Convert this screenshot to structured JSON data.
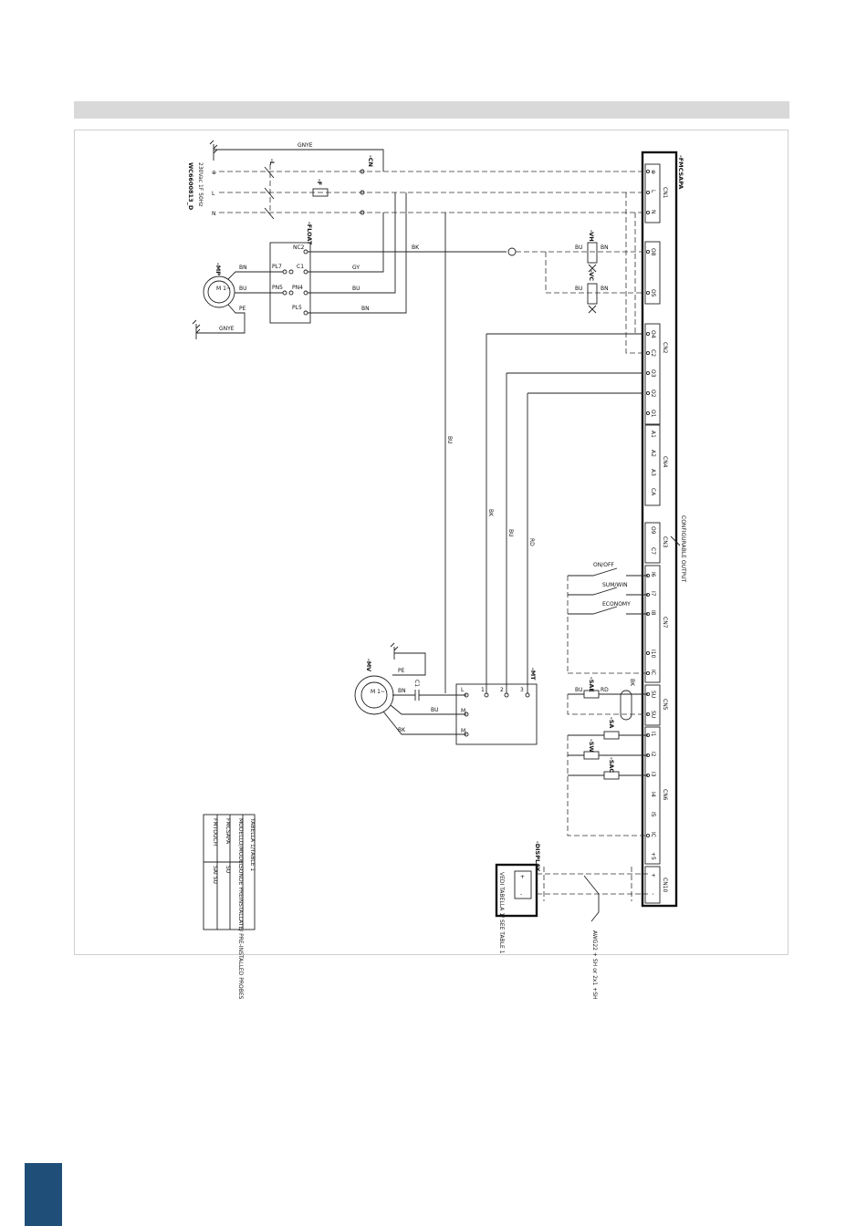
{
  "doc_code": "WC6600813_D",
  "supply": "230Vac 1F 50Hz",
  "mains": {
    "pe": "⊕",
    "l": "L",
    "n": "N"
  },
  "components": {
    "board": "-FMCSAPA",
    "main_switch": "-L",
    "fuse": "-F",
    "mains_terminal": "-CN",
    "float": "-FLOAT",
    "pump_motor": "-MP",
    "fan_motor": "-MV",
    "fan_terminal": "-MT",
    "display": "-DISPLAY",
    "valve_1": "-VH",
    "valve_2": "-VC",
    "capacitor": "C1",
    "motor_symbol": "M\n1~"
  },
  "wire_labels": {
    "gnye": "GNYE",
    "bk": "BK",
    "gy": "GY",
    "bu": "BU",
    "bn": "BN",
    "rd": "RD",
    "pe": "PE"
  },
  "float_terminals": [
    "NC2",
    "C1",
    "PN4",
    "PL5",
    "PL7",
    "PN5"
  ],
  "fan_terminals": [
    "L",
    "1",
    "2",
    "3",
    "M",
    "M"
  ],
  "connectors": {
    "cn1": {
      "name": "CN1",
      "pins": [
        "⊕",
        "L",
        "N"
      ]
    },
    "cn8": {
      "pins": [
        "O8",
        "O5"
      ]
    },
    "cn2": {
      "name": "CN2",
      "pins": [
        "O4",
        "C2",
        "O3",
        "O2",
        "O1"
      ]
    },
    "cn4": {
      "name": "CN4",
      "pins": [
        "A1",
        "A2",
        "A3",
        "CA"
      ]
    },
    "cn3": {
      "name": "CN3",
      "pins": [
        "O9",
        "C7"
      ]
    },
    "cn7": {
      "name": "CN7",
      "pins": [
        "I6",
        "I7",
        "I8",
        "I10",
        "IC"
      ]
    },
    "cn5": {
      "name": "CN5",
      "pins": [
        "SU",
        "SU"
      ]
    },
    "cn6": {
      "name": "CN6",
      "pins": [
        "I1",
        "I2",
        "I3",
        "I4",
        "I5",
        "IC",
        "+5"
      ]
    },
    "cn10": {
      "name": "CN10",
      "pins": [
        "+",
        "-"
      ]
    }
  },
  "configurable_output": "CONFIGURABLE OUTPUT",
  "inputs": {
    "on_off": "ON/OFF",
    "sum_win": "SUM/WIN",
    "economy": "ECONOMY"
  },
  "sensors": {
    "sae": "-SAE",
    "sa": "-SA",
    "sw": "-SW",
    "sac": "-SAC"
  },
  "display_note": "VEDI TABELLA 1/ SEE TABLE 1",
  "cable_note": "AWG22 + SH or 2x1 +SH",
  "table": {
    "title": "TABELLA 1/TABLE 1",
    "headers": [
      "MODELLO/MODEL",
      "SONDE PREINSTALLATE/ PRE-INSTALLED PROBES"
    ],
    "rows": [
      [
        "FMCSAPA",
        "SU"
      ],
      [
        "FMTOUCH",
        "SAI SU"
      ]
    ]
  }
}
